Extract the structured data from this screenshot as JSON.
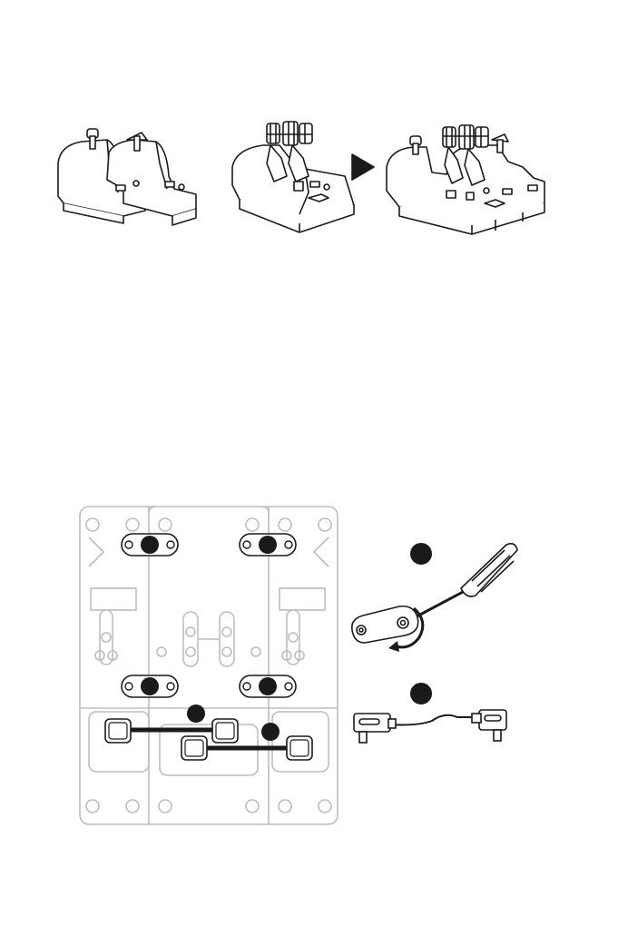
{
  "top_illustration": {
    "left_group": "two-lever-throttle-modules",
    "middle_group": "dual-lever-throttle-quadrant",
    "arrow": "right-arrow-icon",
    "result_group": "assembled-throttle-quadrant"
  },
  "assembly_diagram": {
    "base_plate": "three-section-base-plate",
    "screw_mounts": 4,
    "cable_links": 2,
    "step_markers": [
      "step-marker-1",
      "step-marker-2",
      "step-marker-3",
      "step-marker-4"
    ]
  },
  "tools": {
    "screwdriver": "screwdriver-icon",
    "bracket": "mounting-bracket-icon",
    "rotation": "rotate-arrow-icon",
    "cable": "connector-cable-icon"
  },
  "colors": {
    "ink": "#1a1a1a",
    "plate": "#bdbdbd",
    "grey": "#9a9a9a"
  }
}
